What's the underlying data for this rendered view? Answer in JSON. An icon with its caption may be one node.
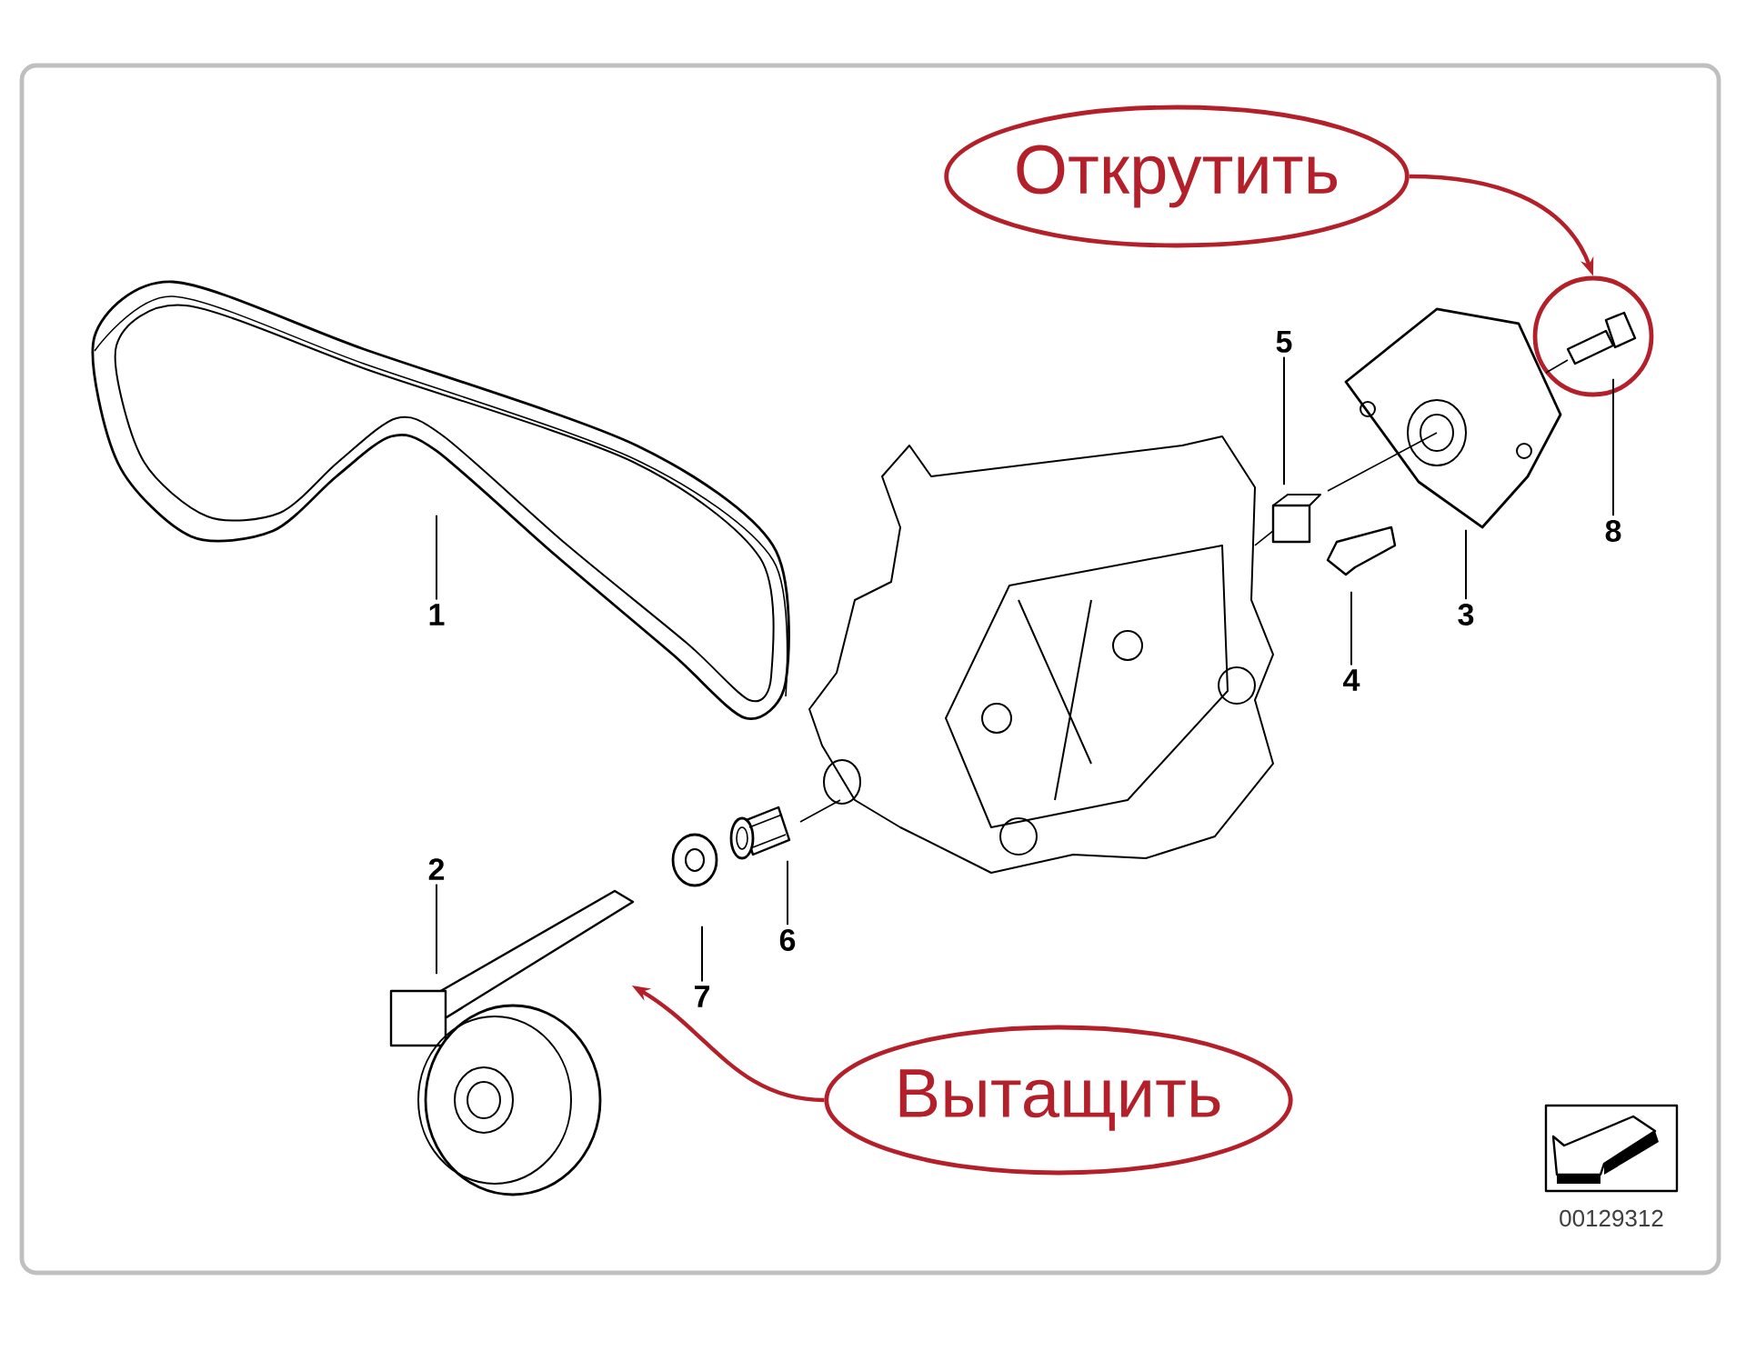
{
  "diagram": {
    "nodes": [
      {
        "text": [
          "1"
        ]
      },
      {
        "text": [],
        "shape": "picture"
      },
      {
        "text": [
          "2"
        ]
      },
      {
        "text": [],
        "shape": "picture"
      },
      {
        "text": [
          "3"
        ]
      },
      {
        "text": [],
        "shape": "picture"
      },
      {
        "text": [
          "4"
        ]
      },
      {
        "text": [],
        "shape": "picture"
      },
      {
        "text": [
          "5"
        ]
      },
      {
        "text": [],
        "shape": "picture"
      },
      {
        "text": [
          "6"
        ]
      },
      {
        "text": [],
        "shape": "picture"
      },
      {
        "text": [
          "7"
        ]
      },
      {
        "text": [],
        "shape": "picture"
      },
      {
        "text": [
          "8"
        ]
      },
      {
        "text": [],
        "shape": "circle"
      },
      {
        "text": [],
        "shape": "picture",
        "in": 15
      },
      {
        "text": [
          "Открутить"
        ]
      },
      {
        "text": [
          "Вытащить"
        ]
      }
    ],
    "edges": [
      {
        "from": 0,
        "to": 1,
        "arrow": "none"
      },
      {
        "from": 2,
        "to": 3,
        "arrow": "none"
      },
      {
        "from": 4,
        "to": 5,
        "arrow": "none"
      },
      {
        "from": 6,
        "to": 7,
        "arrow": "none"
      },
      {
        "from": 8,
        "to": 9,
        "arrow": "none"
      },
      {
        "from": 10,
        "to": 11,
        "arrow": "none"
      },
      {
        "from": 12,
        "to": 13,
        "arrow": "none"
      },
      {
        "from": 14,
        "to": 16,
        "arrow": "none"
      },
      {
        "from": 17,
        "to": 15,
        "arrow": "to",
        "color": "#b3202a"
      },
      {
        "from": 18,
        "to": 3,
        "arrow": "to",
        "color": "#b3202a"
      }
    ],
    "labels": [
      "00129312"
    ]
  }
}
